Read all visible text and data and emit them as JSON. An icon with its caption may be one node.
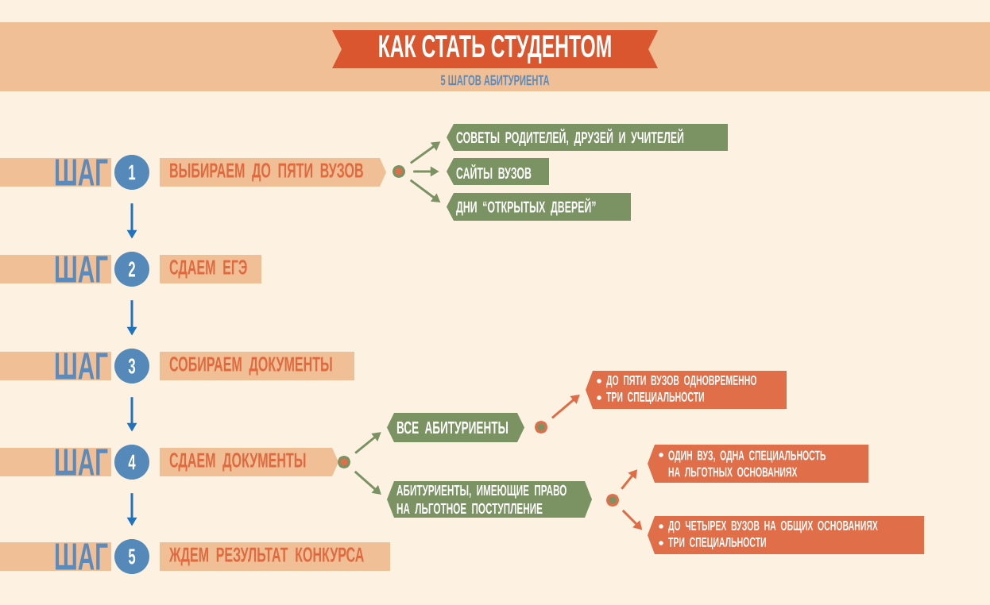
{
  "diagram": {
    "title": "КАК СТАТЬ СТУДЕНТОМ",
    "nodes": [
      {
        "text": [
          "ШАГ"
        ]
      },
      {
        "text": [
          "1"
        ]
      },
      {
        "text": [
          "ВЫБИРАЕМ ДО ПЯТИ ВУЗОВ"
        ]
      },
      {
        "text": [],
        "shape": "circle"
      },
      {
        "text": [
          "СОВЕТЫ РОДИТЕЛЕЙ, ДРУЗЕЙ И УЧИТЕЛЕЙ"
        ]
      },
      {
        "text": [
          "САЙТЫ ВУЗОВ"
        ]
      },
      {
        "text": [
          "ДНИ “ОТКРЫТЫХ ДВЕРЕЙ”"
        ]
      },
      {
        "text": [
          "ШАГ"
        ]
      },
      {
        "text": [
          "2"
        ]
      },
      {
        "text": [
          "СДАЕМ ЕГЭ"
        ]
      },
      {
        "text": [
          "ШАГ"
        ]
      },
      {
        "text": [
          "3"
        ]
      },
      {
        "text": [
          "СОБИРАЕМ ДОКУМЕНТЫ"
        ]
      },
      {
        "text": [
          "ШАГ"
        ]
      },
      {
        "text": [
          "4"
        ]
      },
      {
        "text": [
          "СДАЕМ ДОКУМЕНТЫ"
        ]
      },
      {
        "text": [],
        "shape": "circle"
      },
      {
        "text": [
          "ВСЕ АБИТУРИЕНТЫ"
        ]
      },
      {
        "text": [],
        "shape": "circle"
      },
      {
        "text": [
          "ДО ПЯТИ ВУЗОВ ОДНОВРЕМЕННО",
          "ТРИ СПЕЦИАЛЬНОСТИ"
        ]
      },
      {
        "text": [
          "АБИТУРИЕНТЫ, ИМЕЮЩИЕ ПРАВО НА ЛЬГОТНОЕ ПОСТУПЛЕНИЕ"
        ]
      },
      {
        "text": [],
        "shape": "circle"
      },
      {
        "text": [
          "ОДИН ВУЗ, ОДНА СПЕЦИАЛЬНОСТЬ НА ЛЬГОТНЫХ ОСНОВАНИЯХ"
        ]
      },
      {
        "text": [
          "ДО ЧЕТЫРЕХ ВУЗОВ НА ОБЩИХ ОСНОВАНИЯХ",
          "ТРИ СПЕЦИАЛЬНОСТИ"
        ]
      },
      {
        "text": [
          "ШАГ"
        ]
      },
      {
        "text": [
          "5"
        ]
      },
      {
        "text": [
          "ЖДЕМ РЕЗУЛЬТАТ КОНКУРСА"
        ]
      }
    ],
    "edges": [
      {
        "from": 1,
        "to": 8,
        "arrow": "to",
        "color": "#1f74bd"
      },
      {
        "from": 8,
        "to": 11,
        "arrow": "to",
        "color": "#1f74bd"
      },
      {
        "from": 11,
        "to": 14,
        "arrow": "to",
        "color": "#1f74bd"
      },
      {
        "from": 14,
        "to": 25,
        "arrow": "to",
        "color": "#1f74bd"
      },
      {
        "from": 3,
        "to": 4,
        "arrow": "to"
      },
      {
        "from": 3,
        "to": 5,
        "arrow": "to"
      },
      {
        "from": 3,
        "to": 6,
        "arrow": "to"
      },
      {
        "from": 16,
        "to": 17,
        "arrow": "to"
      },
      {
        "from": 16,
        "to": 20,
        "arrow": "to"
      },
      {
        "from": 18,
        "to": 19,
        "arrow": "to",
        "color": "#e06c45"
      },
      {
        "from": 21,
        "to": 22,
        "arrow": "to",
        "color": "#e06c45"
      },
      {
        "from": 21,
        "to": 23,
        "arrow": "to",
        "color": "#e06c45"
      }
    ],
    "labels": [
      "5 ШАГОВ АБИТУРИЕНТА"
    ]
  }
}
